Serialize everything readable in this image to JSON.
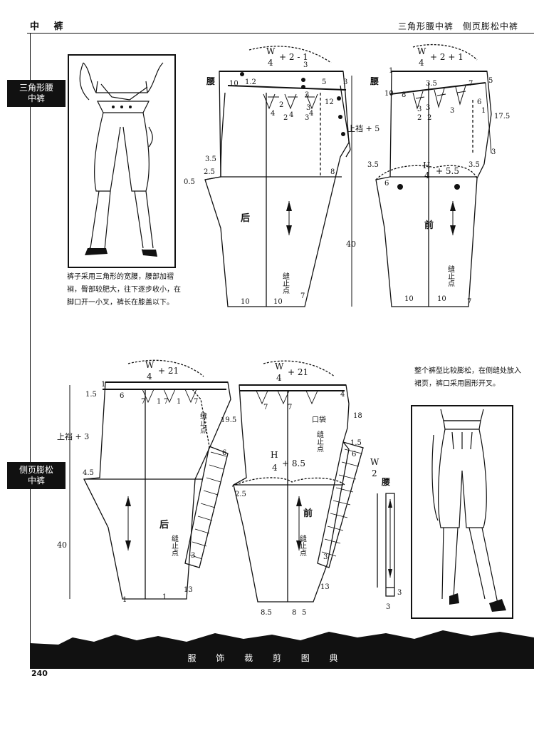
{
  "header": {
    "left_title": "中 裤",
    "right_title": "三角形腰中裤　侧页膨松中裤"
  },
  "section1": {
    "tab_label": "三角形腰中裤",
    "caption": "裤子采用三角形的宽腰，腰部加褶裥，臀部较肥大，往下逐步收小，在脚口开一小叉，裤长在膝盖以下。",
    "back_label": "后",
    "front_label": "前",
    "waist_label": "腰",
    "back_formula_num": "W",
    "back_formula_den": "4",
    "back_formula_tail": "+ 2 - 1",
    "front_formula_num": "W",
    "front_formula_den": "4",
    "front_formula_tail": "+ 2 + 1",
    "hip_num": "H",
    "hip_den": "4",
    "hip_tail": "+ 5.5",
    "rise_label": "上裆 + 5",
    "length_label": "40",
    "stop_point": "缝止点",
    "back_dims": [
      "10",
      "1.2",
      "3",
      "5",
      "3",
      "3",
      "2",
      "2",
      "4",
      "4",
      "3",
      "4",
      "12",
      "3",
      "3.5",
      "2.5",
      "0.5",
      "8",
      "10",
      "10",
      "7"
    ],
    "front_dims": [
      "1",
      "10",
      "3.5",
      "8",
      "5",
      "7",
      "3",
      "2",
      "3",
      "3",
      "2",
      "6",
      "1",
      "17.5",
      "3",
      "3.5",
      "3.5",
      "6",
      "10",
      "10",
      "7"
    ]
  },
  "section2": {
    "tab_label": "侧页膨松中裤",
    "caption": "整个裤型比较膨松，在侧缝处放入裙页，裤口采用圆形开叉。",
    "back_label": "后",
    "front_label": "前",
    "waist_label": "腰",
    "pocket_label": "口袋",
    "formula_num": "W",
    "formula_den": "4",
    "formula_tail": "+ 21",
    "hip_num": "H",
    "hip_den": "4",
    "hip_tail": "+ 8.5",
    "waistband_num": "W",
    "waistband_den": "2",
    "rise_label": "上裆 + 3",
    "length_label": "40",
    "stop_point": "缝止点",
    "back_dims": [
      "1",
      "1.5",
      "6",
      "7",
      "1",
      "7",
      "1",
      "7",
      "19.5",
      "6",
      "4.5",
      "3",
      "13",
      "1",
      "1"
    ],
    "front_dims": [
      "7",
      "7",
      "4",
      "18",
      "1.5",
      "6",
      "2.5",
      "3",
      "13",
      "8.5",
      "8",
      "5"
    ],
    "waistband_dims": [
      "3",
      "3"
    ]
  },
  "footer": {
    "book_title": "服 饰 裁 剪 图 典",
    "page_number": "240"
  }
}
